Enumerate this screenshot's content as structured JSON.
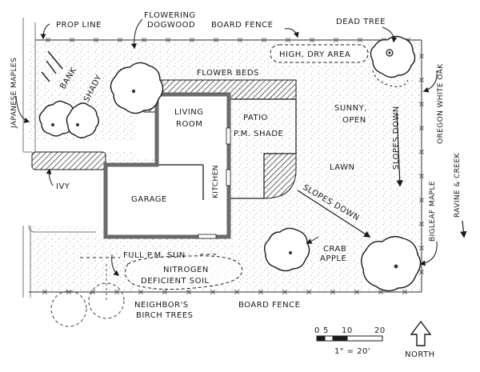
{
  "labels": {
    "prop_line": "PROP LINE",
    "flowering": "FLOWERING",
    "dogwood": "DOGWOOD",
    "board_fence_top": "BOARD FENCE",
    "dead_tree": "DEAD TREE",
    "high_dry_area": "HIGH, DRY AREA",
    "japanese_maples": "JAPANESE MAPLES",
    "bank": "BANK",
    "shady": "SHADY",
    "flower_beds": "FLOWER BEDS",
    "living": "LIVING",
    "room": "ROOM",
    "patio": "PATIO",
    "pm_shade": "P.M. SHADE",
    "sunny": "SUNNY,",
    "open": "OPEN",
    "slopes_down_vertical": "SLOPES DOWN",
    "oregon_white_oak": "OREGON WHITE OAK",
    "kitchen": "KITCHEN",
    "lawn": "LAWN",
    "ravine_creek": "RAVINE & CREEK",
    "garage": "GARAGE",
    "ivy": "IVY",
    "slopes_down_diagonal": "SLOPES DOWN",
    "bigleaf_maple": "BIGLEAF MAPLE",
    "full_pm_sun": "FULL P.M. SUN",
    "crab": "CRAB",
    "apple": "APPLE",
    "nitrogen": "NITROGEN",
    "deficient_soil": "DEFICIENT SOIL",
    "neighbors": "NEIGHBOR'S",
    "birch_trees": "BIRCH TREES",
    "board_fence_bottom": "BOARD FENCE",
    "north": "NORTH"
  },
  "scale_bar": {
    "ticks": [
      "0",
      "5",
      "10",
      "20"
    ],
    "ratio": "1\" = 20'"
  }
}
